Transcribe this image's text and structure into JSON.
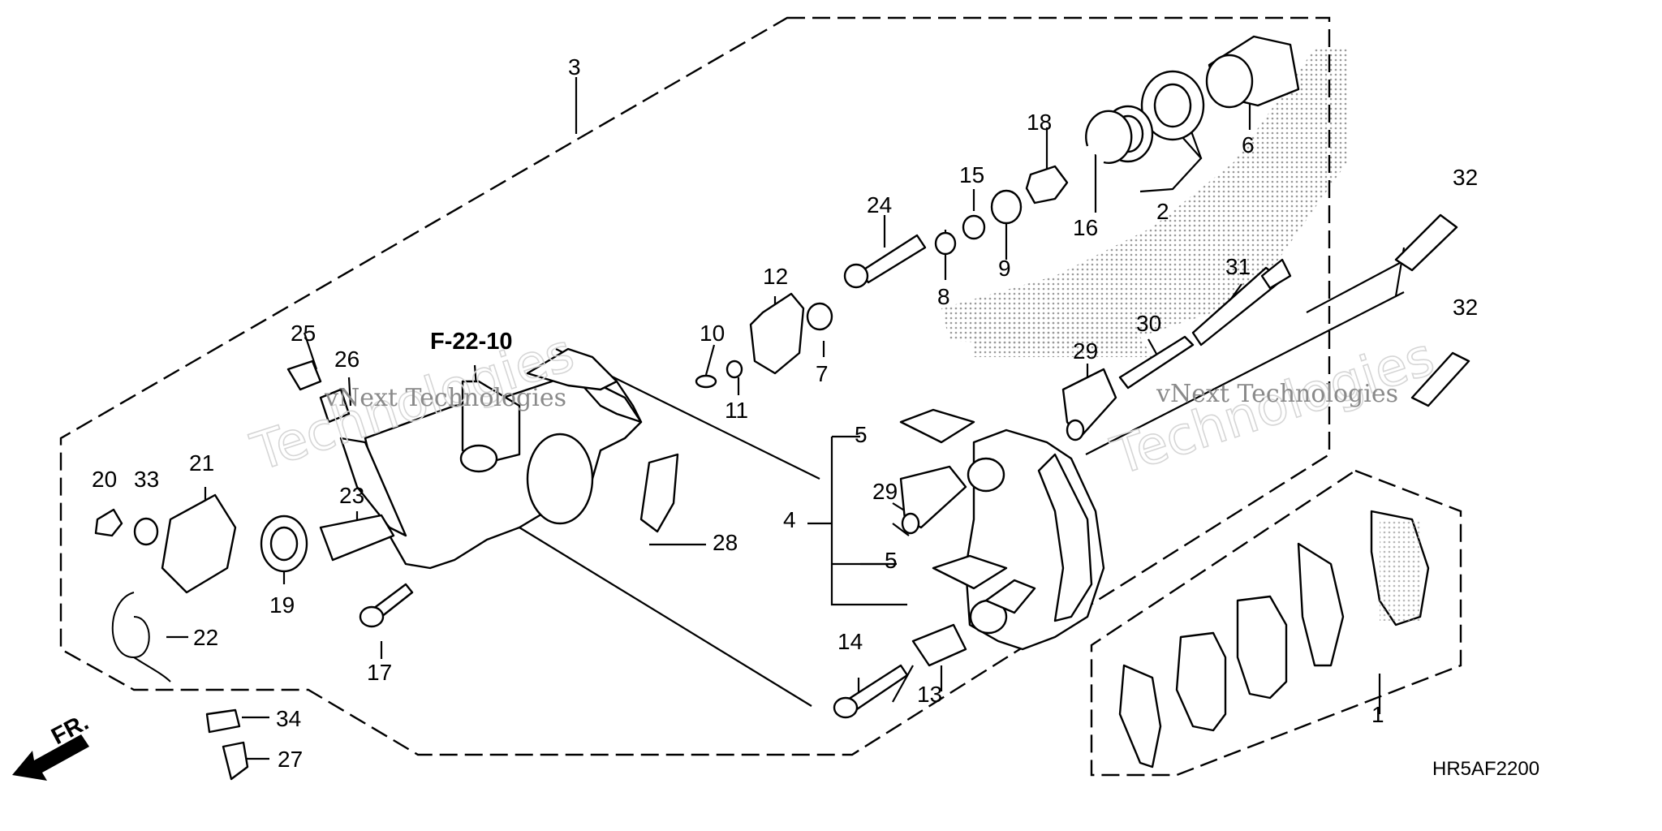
{
  "diagram": {
    "reference": "F-22-10",
    "code": "HR5AF2200",
    "front_mark": "FR.",
    "watermark": {
      "line1": "vNext Technologies",
      "line2": "Technologies"
    },
    "callouts": {
      "c1": "1",
      "c2": "2",
      "c3": "3",
      "c4": "4",
      "c5a": "5",
      "c5b": "5",
      "c6": "6",
      "c7": "7",
      "c8": "8",
      "c9": "9",
      "c10": "10",
      "c11": "11",
      "c12": "12",
      "c13": "13",
      "c14": "14",
      "c15": "15",
      "c16": "16",
      "c17": "17",
      "c18": "18",
      "c19": "19",
      "c20": "20",
      "c21": "21",
      "c22": "22",
      "c23": "23",
      "c24": "24",
      "c25": "25",
      "c26": "26",
      "c27": "27",
      "c28": "28",
      "c29a": "29",
      "c29b": "29",
      "c30": "30",
      "c31": "31",
      "c32a": "32",
      "c32b": "32",
      "c33": "33",
      "c34": "34"
    }
  }
}
